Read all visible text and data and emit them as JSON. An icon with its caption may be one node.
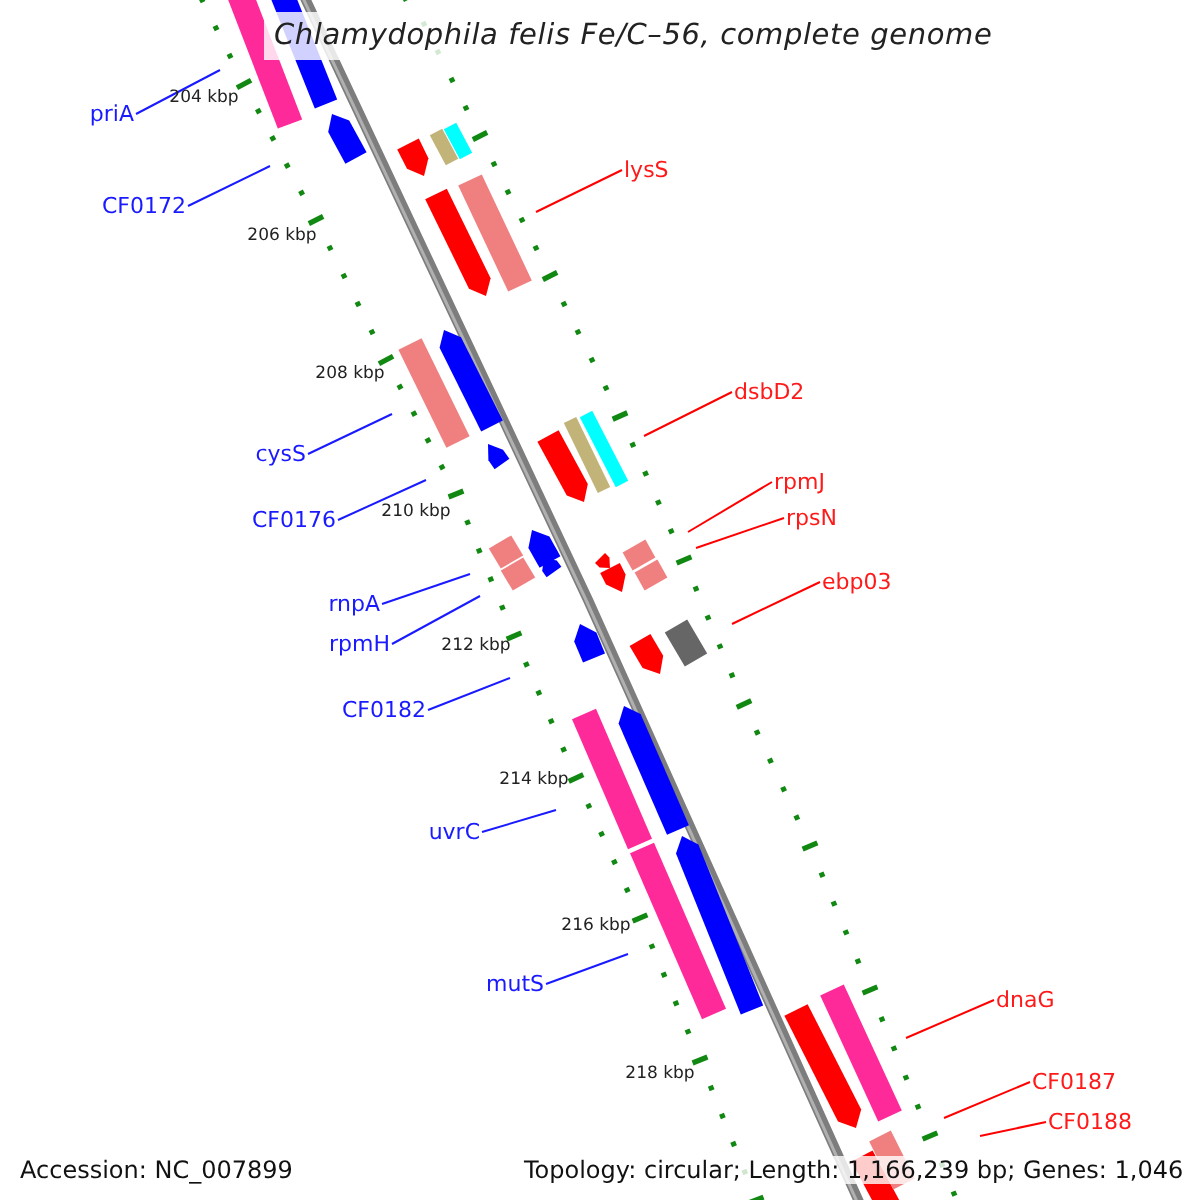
{
  "diagram": {
    "title": "Chlamydophila felis Fe/C–56, complete genome",
    "nodes": [
      {
        "text": [
          "priA"
        ]
      },
      {
        "text": [
          "lysS"
        ]
      },
      {
        "text": [
          "CF0172"
        ]
      },
      {
        "text": [
          "dsbD2"
        ]
      },
      {
        "text": [
          "cysS"
        ]
      },
      {
        "text": [
          "rpmJ"
        ]
      },
      {
        "text": [
          "rpsN"
        ]
      },
      {
        "text": [
          "CF0176"
        ]
      },
      {
        "text": [
          "ebp03"
        ]
      },
      {
        "text": [
          "rnpA"
        ]
      },
      {
        "text": [
          "rpmH"
        ]
      },
      {
        "text": [
          "CF0182"
        ]
      },
      {
        "text": [
          "uvrC"
        ]
      },
      {
        "text": [
          "mutS"
        ]
      },
      {
        "text": [
          "dnaG"
        ]
      },
      {
        "text": [
          "CF0187"
        ]
      },
      {
        "text": [
          "CF0188"
        ]
      }
    ],
    "edges": [
      {
        "from": 0,
        "to": null,
        "arrow": "none"
      },
      {
        "from": 1,
        "to": null,
        "arrow": "none",
        "color": "#ff0000"
      },
      {
        "from": 2,
        "to": null,
        "arrow": "none"
      },
      {
        "from": 3,
        "to": null,
        "arrow": "none",
        "color": "#ff0000"
      },
      {
        "from": 4,
        "to": null,
        "arrow": "none"
      },
      {
        "from": 5,
        "to": null,
        "arrow": "none",
        "color": "#ff0000"
      },
      {
        "from": 6,
        "to": null,
        "arrow": "none",
        "color": "#ff0000"
      },
      {
        "from": 7,
        "to": null,
        "arrow": "none"
      },
      {
        "from": 8,
        "to": null,
        "arrow": "none",
        "color": "#ff0000"
      },
      {
        "from": 9,
        "to": null,
        "arrow": "none"
      },
      {
        "from": 10,
        "to": null,
        "arrow": "none"
      },
      {
        "from": 11,
        "to": null,
        "arrow": "none"
      },
      {
        "from": 12,
        "to": null,
        "arrow": "none"
      },
      {
        "from": 13,
        "to": null,
        "arrow": "none"
      },
      {
        "from": 14,
        "to": null,
        "arrow": "none",
        "color": "#ff0000"
      },
      {
        "from": 15,
        "to": null,
        "arrow": "none",
        "color": "#ff0000"
      },
      {
        "from": 16,
        "to": null,
        "arrow": "none",
        "color": "#ff0000"
      }
    ],
    "labels": [
      "204 kbp",
      "206 kbp",
      "208 kbp",
      "210 kbp",
      "212 kbp",
      "214 kbp",
      "216 kbp",
      "218 kbp",
      "Accession: NC_007899",
      "Topology: circular; Length: 1,166,239 bp; Genes: 1,046"
    ]
  }
}
